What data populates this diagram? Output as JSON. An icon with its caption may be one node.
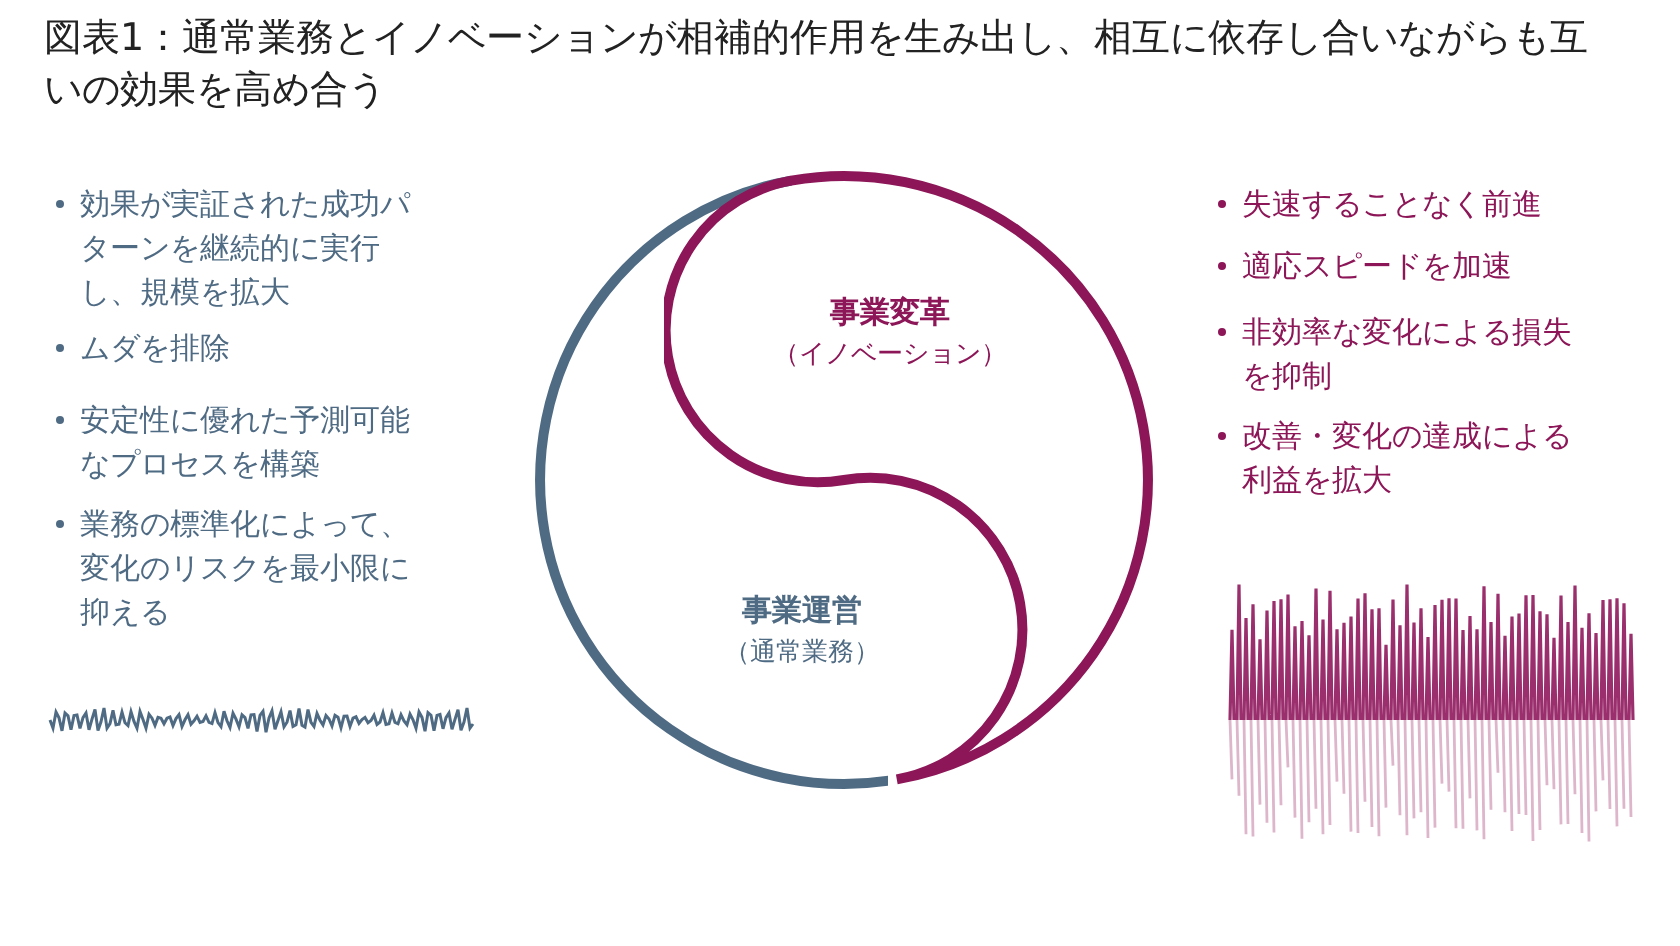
{
  "diagram": {
    "title": "図表1：通常業務とイノベーションが相補的作用を生み出し、相互に依存し合いながらも互いの効果を高め合う",
    "nodes": [
      {
        "text": [
          "事業変革",
          "（イノベーション）"
        ]
      },
      {
        "text": [
          "事業運営",
          "（通常業務）"
        ]
      }
    ],
    "labels": [
      "効果が実証された成功パターンを継続的に実行し、規模を拡大",
      "ムダを排除",
      "安定性に優れた予測可能なプロセスを構築",
      "業務の標準化によって、変化のリスクを最小限に抑える",
      "失速することなく前進",
      "適応スピードを加速",
      "非効率な変化による損失を抑制",
      "改善・変化の達成による利益を拡大"
    ]
  }
}
